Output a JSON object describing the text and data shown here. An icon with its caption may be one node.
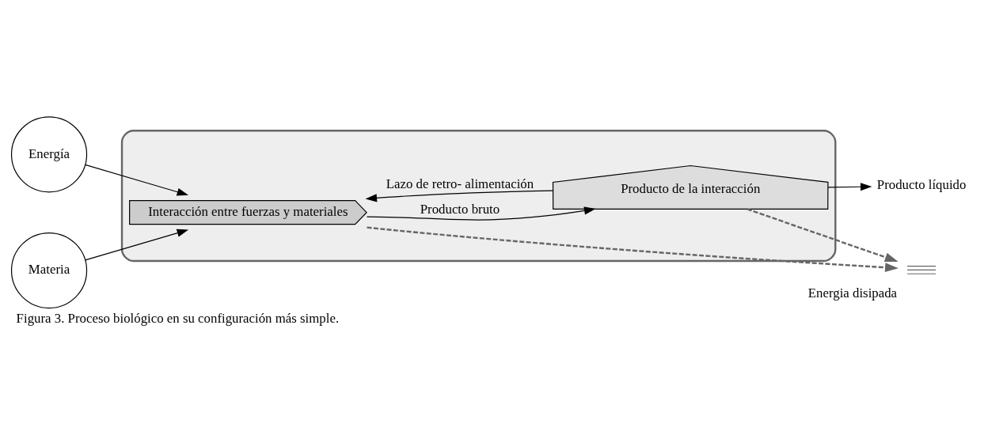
{
  "diagram": {
    "caption": "Figura 3. Proceso biológico en su configuración más simple.",
    "nodes": [
      {
        "text": [],
        "shape": "box"
      },
      {
        "text": [
          "Energía"
        ]
      },
      {
        "text": [
          "Materia"
        ]
      },
      {
        "text": [
          "Interacción entre fuerzas y materiales"
        ],
        "in": 0
      },
      {
        "text": [
          "Producto de la interacción"
        ],
        "in": 0
      },
      {
        "text": [],
        "shape": "ground",
        "beside": [
          "Energia disipada"
        ]
      },
      {
        "text": [
          "Producto líquido"
        ]
      }
    ],
    "edges": [
      {
        "from": 1,
        "to": 3,
        "arrow": "to"
      },
      {
        "from": 2,
        "to": 3,
        "arrow": "to"
      },
      {
        "from": 4,
        "to": 3,
        "arrow": "to",
        "label": "Lazo de retro- alimentación"
      },
      {
        "from": 3,
        "to": 4,
        "arrow": "to",
        "label": "Producto bruto"
      },
      {
        "from": 4,
        "to": 6,
        "arrow": "to"
      },
      {
        "from": 3,
        "to": 5,
        "arrow": "to",
        "style": "dashed",
        "color": "#666666"
      },
      {
        "from": 4,
        "to": 5,
        "arrow": "to",
        "style": "dashed",
        "color": "#666666"
      }
    ]
  }
}
